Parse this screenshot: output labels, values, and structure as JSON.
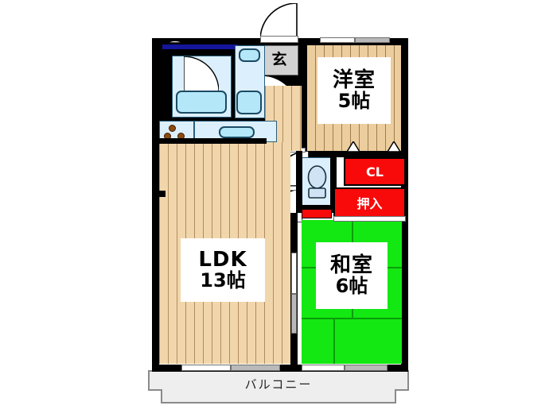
{
  "document": {
    "type": "japanese-floor-plan",
    "title": "間取り図"
  },
  "rooms": [
    {
      "id": "ldk",
      "name": "LDK",
      "size": "13帖",
      "floor": "wood",
      "color": "#f2d6ab"
    },
    {
      "id": "washitsu",
      "name": "和室",
      "size": "6帖",
      "floor": "tatami",
      "color": "#13e813"
    },
    {
      "id": "yoshitsu",
      "name": "洋室",
      "size": "5帖",
      "floor": "wood",
      "color": "#eccd9e"
    }
  ],
  "labels": {
    "ldk_name": "LDK",
    "ldk_size": "13帖",
    "washitsu_name": "和室",
    "washitsu_size": "6帖",
    "yoshitsu_name": "洋室",
    "yoshitsu_size": "5帖",
    "genkan": "玄",
    "closet_cl": "CL",
    "closet_oshiire": "押入",
    "balcony": "バルコニー"
  },
  "colors": {
    "wall": "#000000",
    "wood_floor": "#f2d6ab",
    "wood_floor_alt": "#eccd9e",
    "tatami_green": "#13e813",
    "closet_red": "#f90a0a",
    "genkan_gray": "#d2d2d2",
    "balcony_gray": "#eeeeee",
    "water_light": "#dceffc",
    "water_mid": "#b4e7f7",
    "window_navy": "#14169b",
    "page_background": "#ffffff"
  },
  "fixtures": [
    {
      "name": "bathtub",
      "area": "bathroom"
    },
    {
      "name": "washing-machine",
      "area": "bathroom"
    },
    {
      "name": "vanity-sink",
      "area": "washroom"
    },
    {
      "name": "toilet",
      "area": "toilet"
    },
    {
      "name": "kitchen-stove",
      "area": "kitchen",
      "burners": 3
    },
    {
      "name": "kitchen-sink",
      "area": "kitchen"
    }
  ],
  "openings": [
    {
      "name": "entrance-door",
      "type": "hinged-door"
    },
    {
      "name": "bathroom-door",
      "type": "hinged-door"
    },
    {
      "name": "hallway-door",
      "type": "hinged-door"
    },
    {
      "name": "toilet-door",
      "type": "hinged-door"
    },
    {
      "name": "yoshitsu-door",
      "type": "hinged-door"
    },
    {
      "name": "entrance-small-door",
      "type": "hinged-door"
    },
    {
      "name": "bathroom-window",
      "type": "window"
    },
    {
      "name": "ldk-balcony-door",
      "type": "sliding-glass-door"
    },
    {
      "name": "washitsu-balcony-door",
      "type": "sliding-glass-door"
    },
    {
      "name": "ldk-washitsu-partition",
      "type": "sliding-partition"
    },
    {
      "name": "yoshitsu-window",
      "type": "window"
    }
  ]
}
